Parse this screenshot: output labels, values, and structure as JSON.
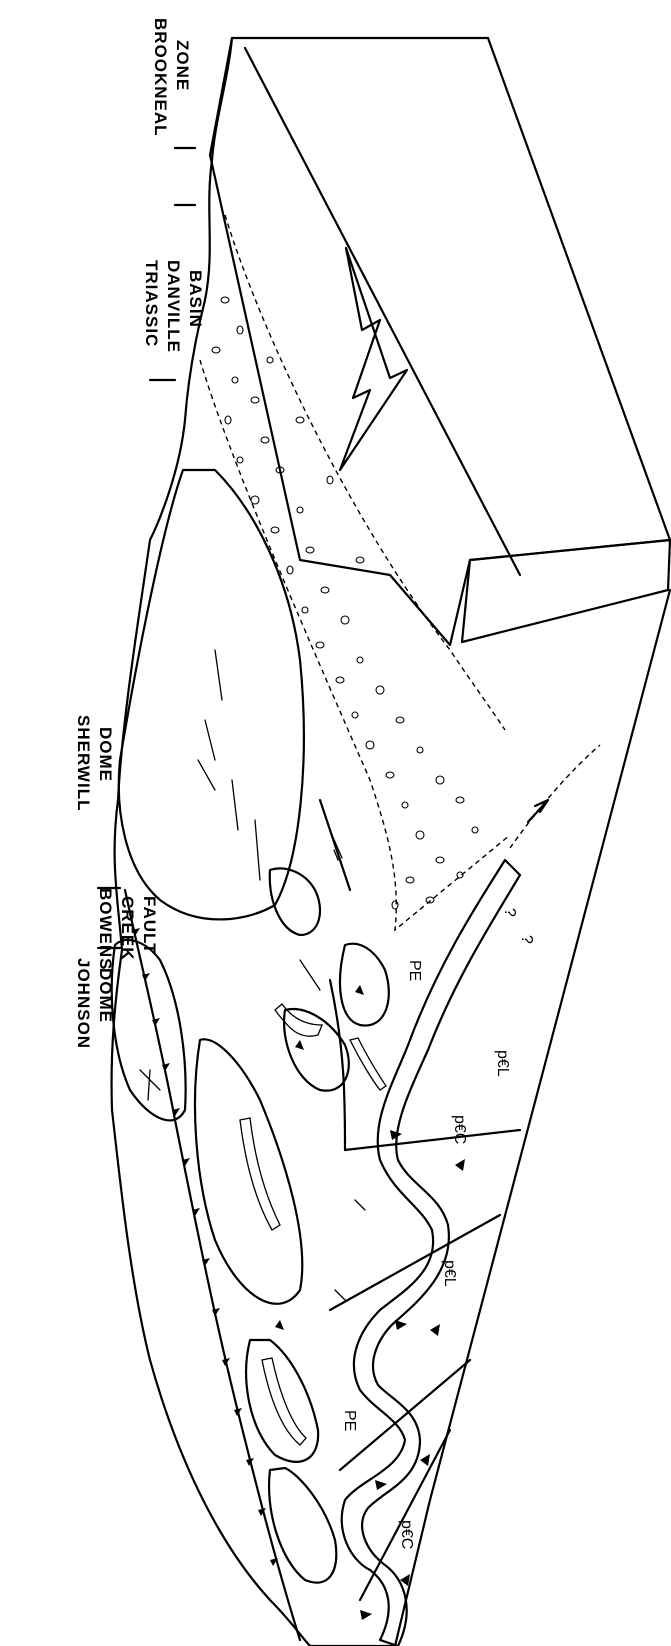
{
  "labels": {
    "brookneal": [
      "BROOKNEAL",
      "ZONE"
    ],
    "triassic": [
      "TRIASSIC",
      "DANVILLE",
      "BASIN"
    ],
    "sherwill": [
      "SHERWILL",
      "DOME"
    ],
    "bowens": [
      "BOWENS",
      "CREEK",
      "FAULT"
    ],
    "johnson": [
      "JOHNSON",
      "DOME"
    ]
  },
  "units": {
    "pe_upper": "PE",
    "pe_lower": "PE",
    "pel_upper": "p€L",
    "pel_lower": "p€L",
    "pec_upper": "p€C",
    "pec_lower": "p€C",
    "query_1": "?",
    "query_2": "?"
  }
}
